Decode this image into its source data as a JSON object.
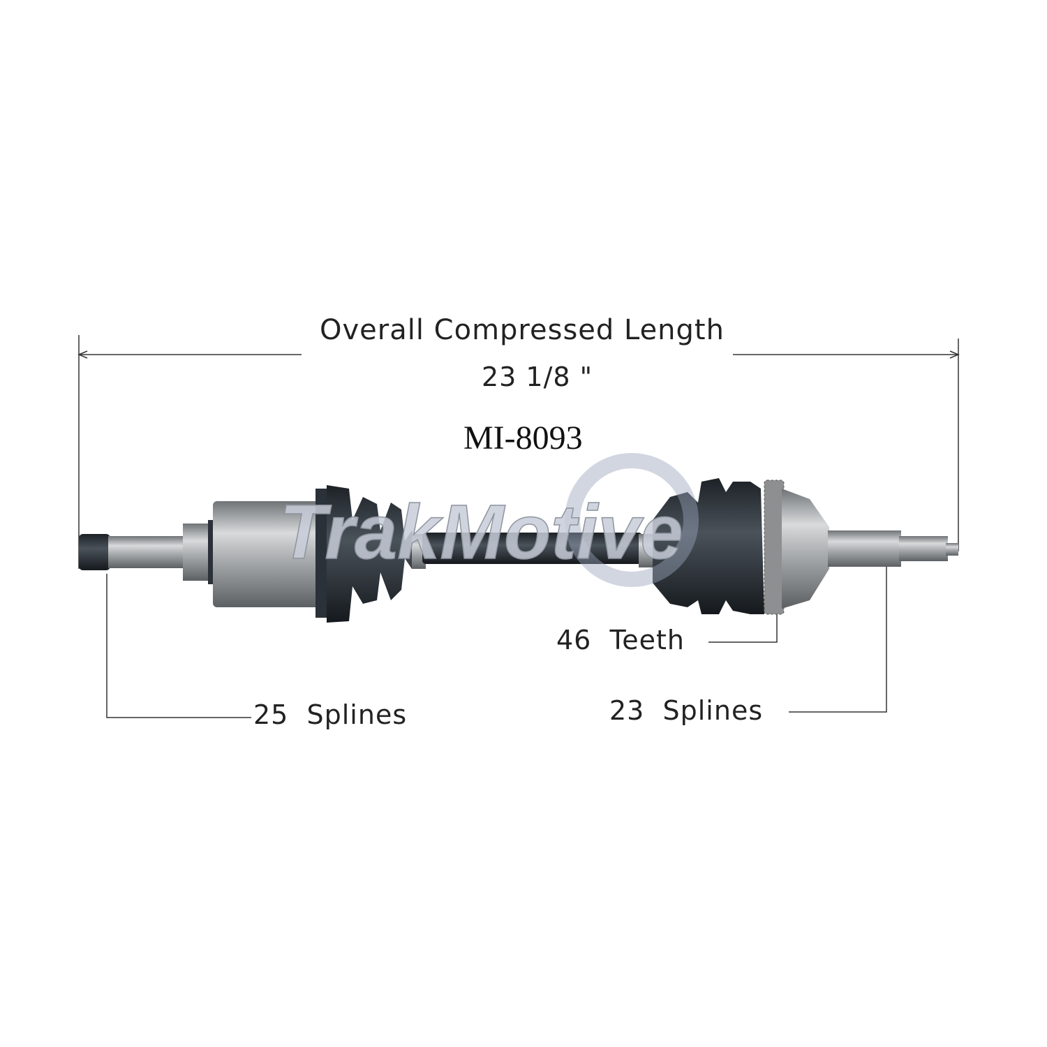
{
  "dimension": {
    "title": "Overall Compressed Length",
    "value": "23 1/8 \""
  },
  "part_number": "MI-8093",
  "watermark": "TrakMotive",
  "callouts": {
    "inner_splines": "25  Splines",
    "abs_teeth": "46  Teeth",
    "outer_splines": "23  Splines"
  },
  "colors": {
    "line": "#333333",
    "boot": "#2b3138",
    "metal": "#a9acae",
    "watermark": "#c8ccd8"
  }
}
